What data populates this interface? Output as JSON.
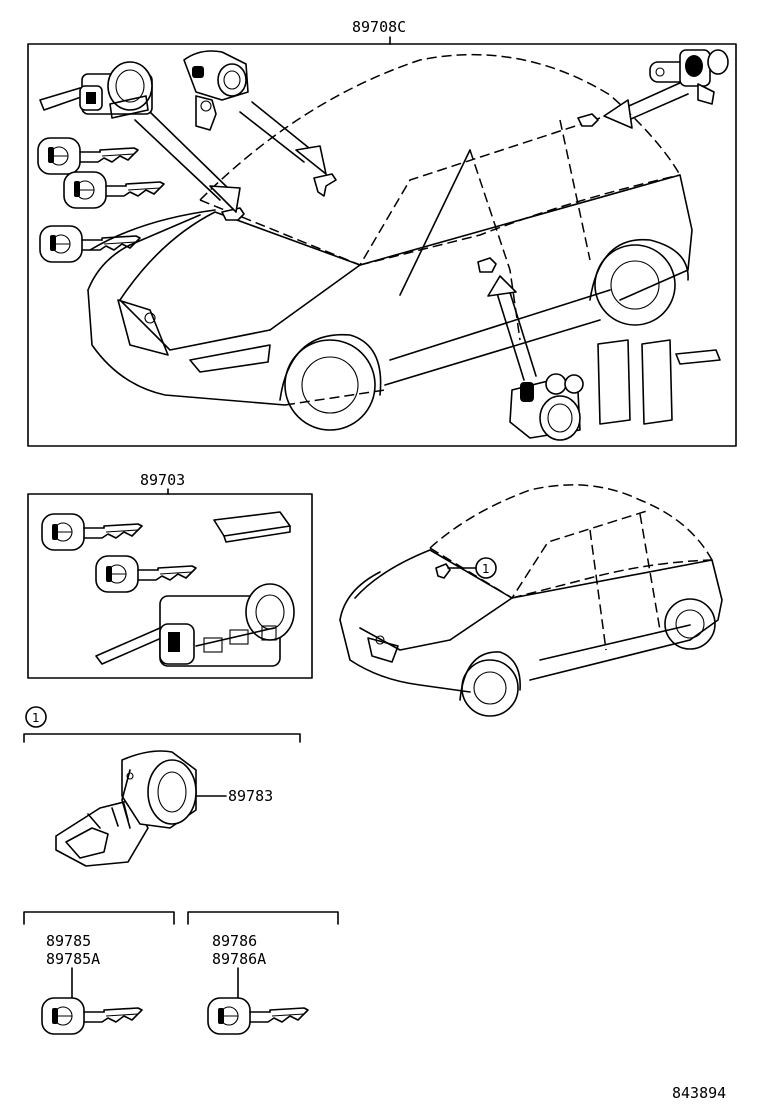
{
  "labels": {
    "kit_top": "89708C",
    "kit_mid": "89703",
    "part_89783": "89783",
    "part_89785": "89785",
    "part_89785a": "89785A",
    "part_89786": "89786",
    "part_89786a": "89786A",
    "figure_number": "843894"
  },
  "callouts": {
    "ref_1": "1",
    "ref_1_group": "1"
  },
  "icons": [
    "key-icon",
    "lock-cylinder-icon",
    "door-lock-icon",
    "ignition-cylinder-icon",
    "transponder-chip-icon",
    "keyless-card-icon",
    "car-outline-icon",
    "arrow-icon"
  ],
  "colors": {
    "line": "#000000",
    "background": "#ffffff"
  }
}
